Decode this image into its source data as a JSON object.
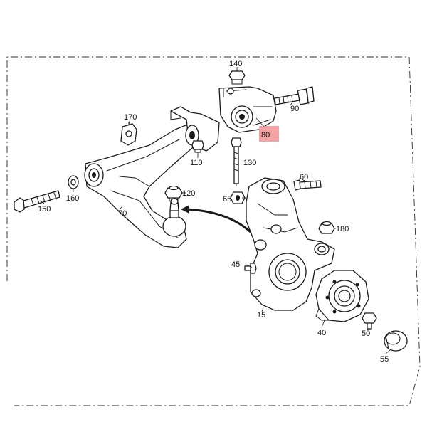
{
  "colors": {
    "highlight": "#f3a3a3",
    "line": "#1a1a1a",
    "background": "#ffffff"
  },
  "diagram": {
    "labels": {
      "p15": "15",
      "p40": "40",
      "p45": "45",
      "p50": "50",
      "p55": "55",
      "p60": "60",
      "p65": "65",
      "p70": "70",
      "p80": "80",
      "p90": "90",
      "p110": "110",
      "p120": "120",
      "p130": "130",
      "p140": "140",
      "p150": "150",
      "p160": "160",
      "p170": "170",
      "p180": "180"
    },
    "highlighted_part": "80"
  }
}
